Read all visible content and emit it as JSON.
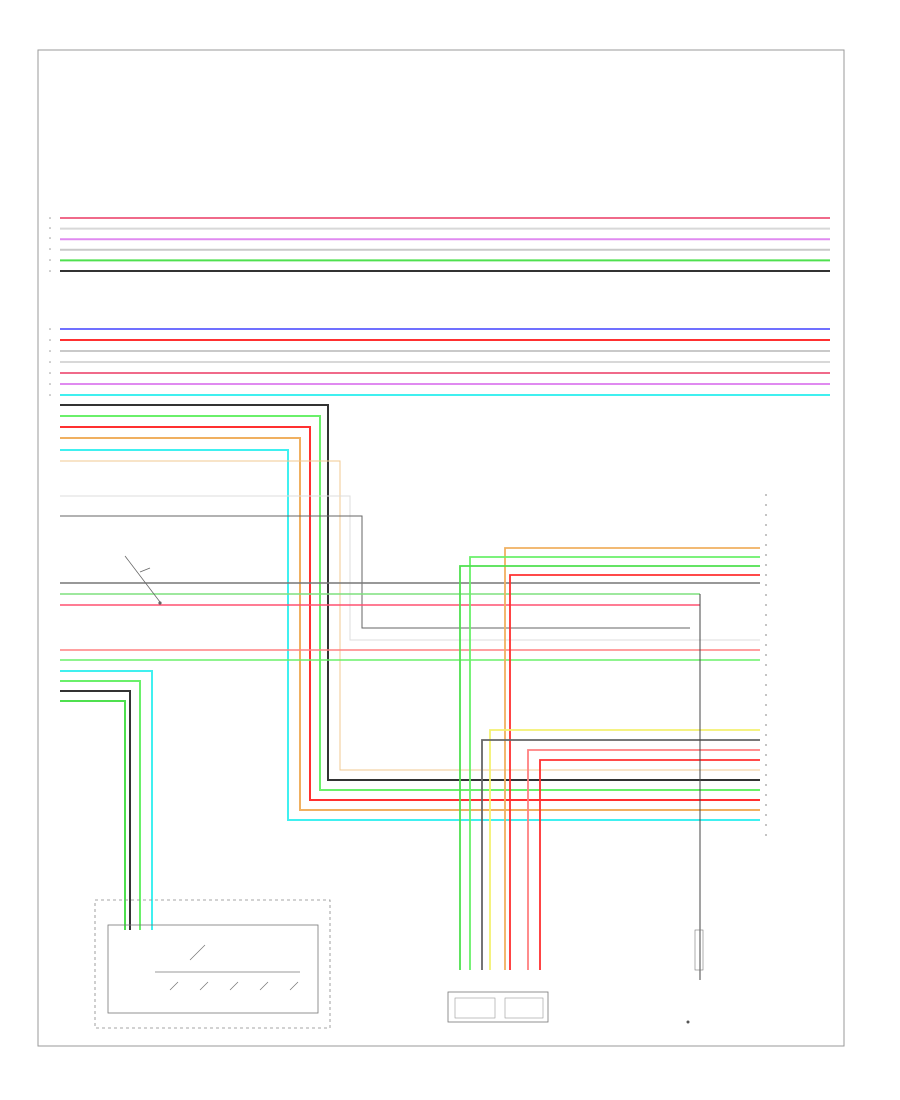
{
  "colors": {
    "pink": "#f06a8a",
    "white": "#d8d8d8",
    "violet": "#e08af0",
    "gray": "#c9c9c9",
    "green": "#4fe04f",
    "black": "#333333",
    "blue": "#7070ff",
    "red": "#ff3030",
    "cyan": "#40f0f0",
    "ltgreen": "#6af06a",
    "orange": "#f0b060",
    "yellow": "#f4f070",
    "frame": "#888888"
  },
  "top_wires": [
    "pink",
    "white",
    "violet",
    "gray",
    "green",
    "black"
  ],
  "mid_wires": [
    "blue",
    "red",
    "gray",
    "white",
    "pink",
    "violet",
    "cyan"
  ],
  "footer_code": "",
  "components": {
    "combination_switch": "",
    "data_terminal": "",
    "junction_block": "",
    "ground_label": ""
  }
}
